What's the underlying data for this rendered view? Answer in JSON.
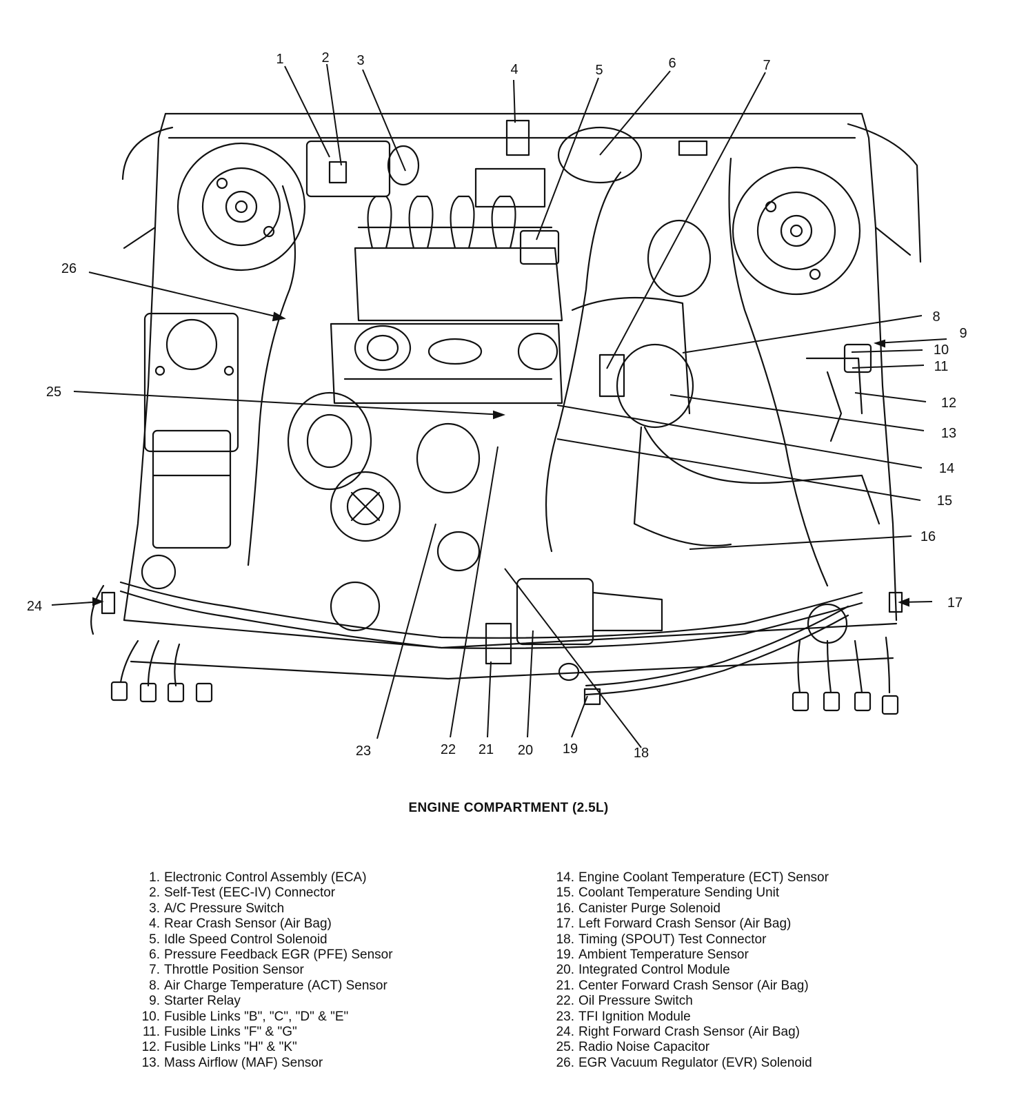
{
  "caption": "ENGINE COMPARTMENT (2.5L)",
  "callouts": [
    "1",
    "2",
    "3",
    "4",
    "5",
    "6",
    "7",
    "8",
    "9",
    "10",
    "11",
    "12",
    "13",
    "14",
    "15",
    "16",
    "17",
    "18",
    "19",
    "20",
    "21",
    "22",
    "23",
    "24",
    "25",
    "26"
  ],
  "legend_left": [
    {
      "num": "1.",
      "text": "Electronic Control Assembly (ECA)"
    },
    {
      "num": "2.",
      "text": "Self-Test (EEC-IV) Connector"
    },
    {
      "num": "3.",
      "text": "A/C Pressure Switch"
    },
    {
      "num": "4.",
      "text": "Rear Crash Sensor (Air Bag)"
    },
    {
      "num": "5.",
      "text": "Idle Speed Control Solenoid"
    },
    {
      "num": "6.",
      "text": "Pressure Feedback EGR (PFE) Sensor"
    },
    {
      "num": "7.",
      "text": "Throttle Position Sensor"
    },
    {
      "num": "8.",
      "text": "Air Charge Temperature (ACT) Sensor"
    },
    {
      "num": "9.",
      "text": "Starter Relay"
    },
    {
      "num": "10.",
      "text": "Fusible Links \"B\", \"C\", \"D\" & \"E\""
    },
    {
      "num": "11.",
      "text": "Fusible Links \"F\" & \"G\""
    },
    {
      "num": "12.",
      "text": "Fusible Links \"H\" & \"K\""
    },
    {
      "num": "13.",
      "text": "Mass Airflow (MAF) Sensor"
    }
  ],
  "legend_right": [
    {
      "num": "14.",
      "text": "Engine Coolant Temperature (ECT) Sensor"
    },
    {
      "num": "15.",
      "text": "Coolant Temperature Sending Unit"
    },
    {
      "num": "16.",
      "text": "Canister Purge Solenoid"
    },
    {
      "num": "17.",
      "text": "Left Forward Crash Sensor (Air Bag)"
    },
    {
      "num": "18.",
      "text": "Timing (SPOUT) Test Connector"
    },
    {
      "num": "19.",
      "text": "Ambient Temperature Sensor"
    },
    {
      "num": "20.",
      "text": "Integrated Control Module"
    },
    {
      "num": "21.",
      "text": "Center Forward Crash Sensor (Air Bag)"
    },
    {
      "num": "22.",
      "text": "Oil Pressure Switch"
    },
    {
      "num": "23.",
      "text": "TFI Ignition Module"
    },
    {
      "num": "24.",
      "text": "Right Forward Crash Sensor (Air Bag)"
    },
    {
      "num": "25.",
      "text": "Radio Noise Capacitor"
    },
    {
      "num": "26.",
      "text": "EGR Vacuum Regulator (EVR) Solenoid"
    }
  ]
}
